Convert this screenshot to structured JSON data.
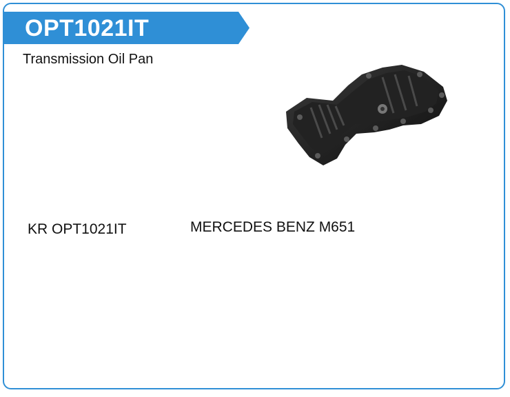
{
  "header": {
    "part_number": "OPT1021IT",
    "banner_color": "#2f8fd6"
  },
  "product": {
    "description": "Transmission Oil Pan",
    "image_icon": "oil-pan-image"
  },
  "details": {
    "reference": "KR OPT1021IT",
    "application": "MERCEDES BENZ M651"
  }
}
